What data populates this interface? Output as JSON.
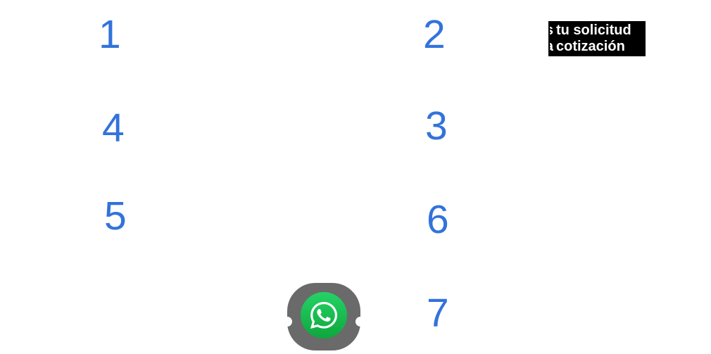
{
  "colors": {
    "marker-blue": "#3273db",
    "label-bg": "#000000",
    "label-text": "#ffffff",
    "icon-gray": "#6a6a6a",
    "wa-green-top": "#25d366",
    "wa-green-bottom": "#0ea63d",
    "wa-glyph": "#ffffff",
    "page-bg": "#ffffff"
  },
  "markers": {
    "items": [
      {
        "label": "1"
      },
      {
        "label": "2"
      },
      {
        "label": "3"
      },
      {
        "label": "4"
      },
      {
        "label": "5"
      },
      {
        "label": "6"
      },
      {
        "label": "7"
      }
    ]
  },
  "quote_label": {
    "fragment1": "s",
    "line1": "tu solicitud",
    "fragment2": "a",
    "line2": "cotización"
  },
  "whatsapp": {
    "icon": "whatsapp-icon"
  }
}
